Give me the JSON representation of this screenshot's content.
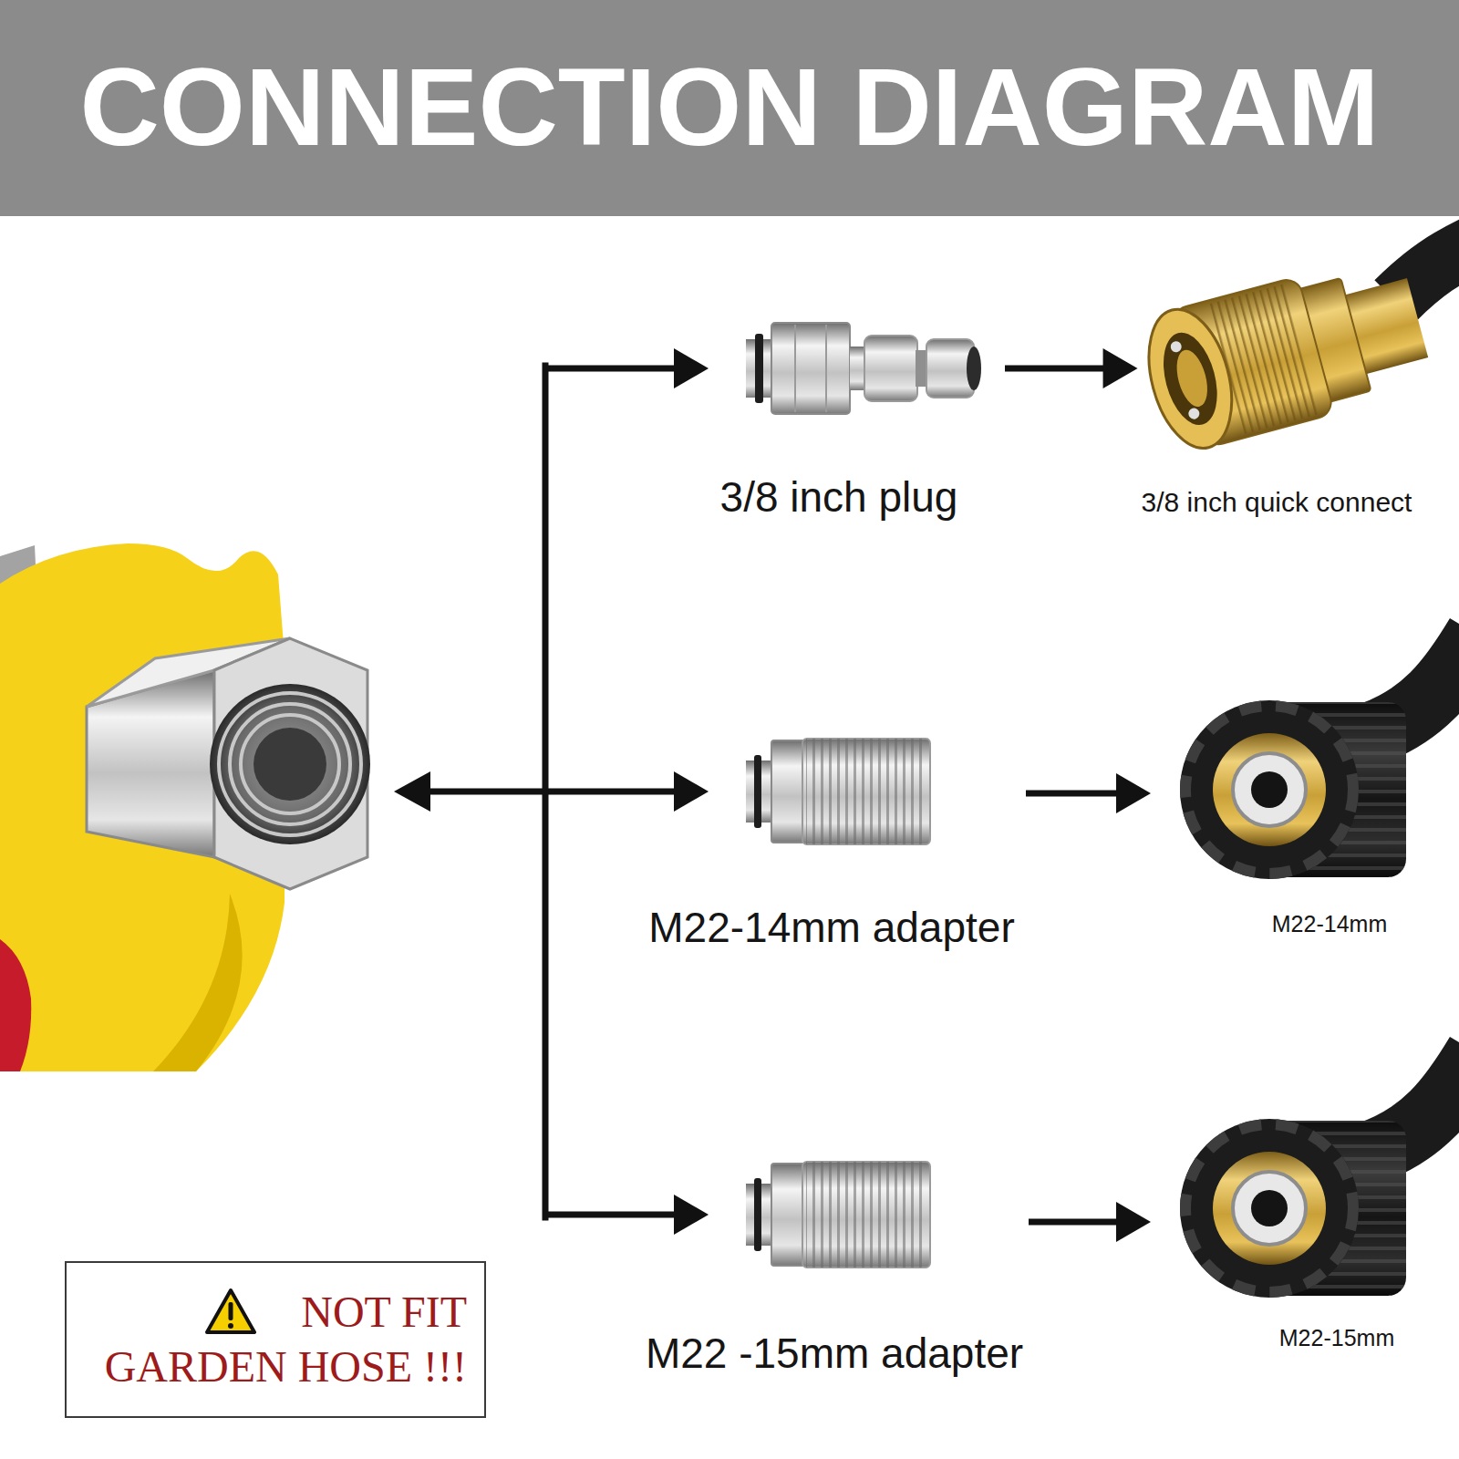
{
  "diagram": {
    "title": "CONNECTION DIAGRAM",
    "nodes": [
      {
        "text": [
          "3/8 inch plug"
        ]
      },
      {
        "text": [
          "3/8 inch quick connect"
        ]
      },
      {
        "text": [
          "M22-14mm adapter"
        ]
      },
      {
        "text": [
          "M22-14mm"
        ]
      },
      {
        "text": [
          "M22 -15mm adapter"
        ]
      },
      {
        "text": [
          "M22-15mm"
        ]
      },
      {
        "text": [
          "NOT FIT GARDEN HOSE !!!"
        ]
      }
    ],
    "edges": [
      {
        "from": 0,
        "to": 1,
        "arrow": "to"
      },
      {
        "from": 2,
        "to": 3,
        "arrow": "to"
      },
      {
        "from": 4,
        "to": 5,
        "arrow": "to"
      }
    ]
  }
}
